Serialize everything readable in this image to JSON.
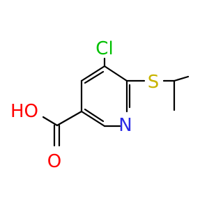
{
  "molecule": {
    "atoms": {
      "chlorine": {
        "label": "Cl",
        "color": "#00c000"
      },
      "sulfur": {
        "label": "S",
        "color": "#c8b400"
      },
      "nitrogen": {
        "label": "N",
        "color": "#2a2ae6"
      },
      "hydroxyl": {
        "label": "HO",
        "color": "#ff0000"
      },
      "carbonyl_oxygen": {
        "label": "O",
        "color": "#ff0000"
      }
    },
    "bond_color": "#000000"
  }
}
